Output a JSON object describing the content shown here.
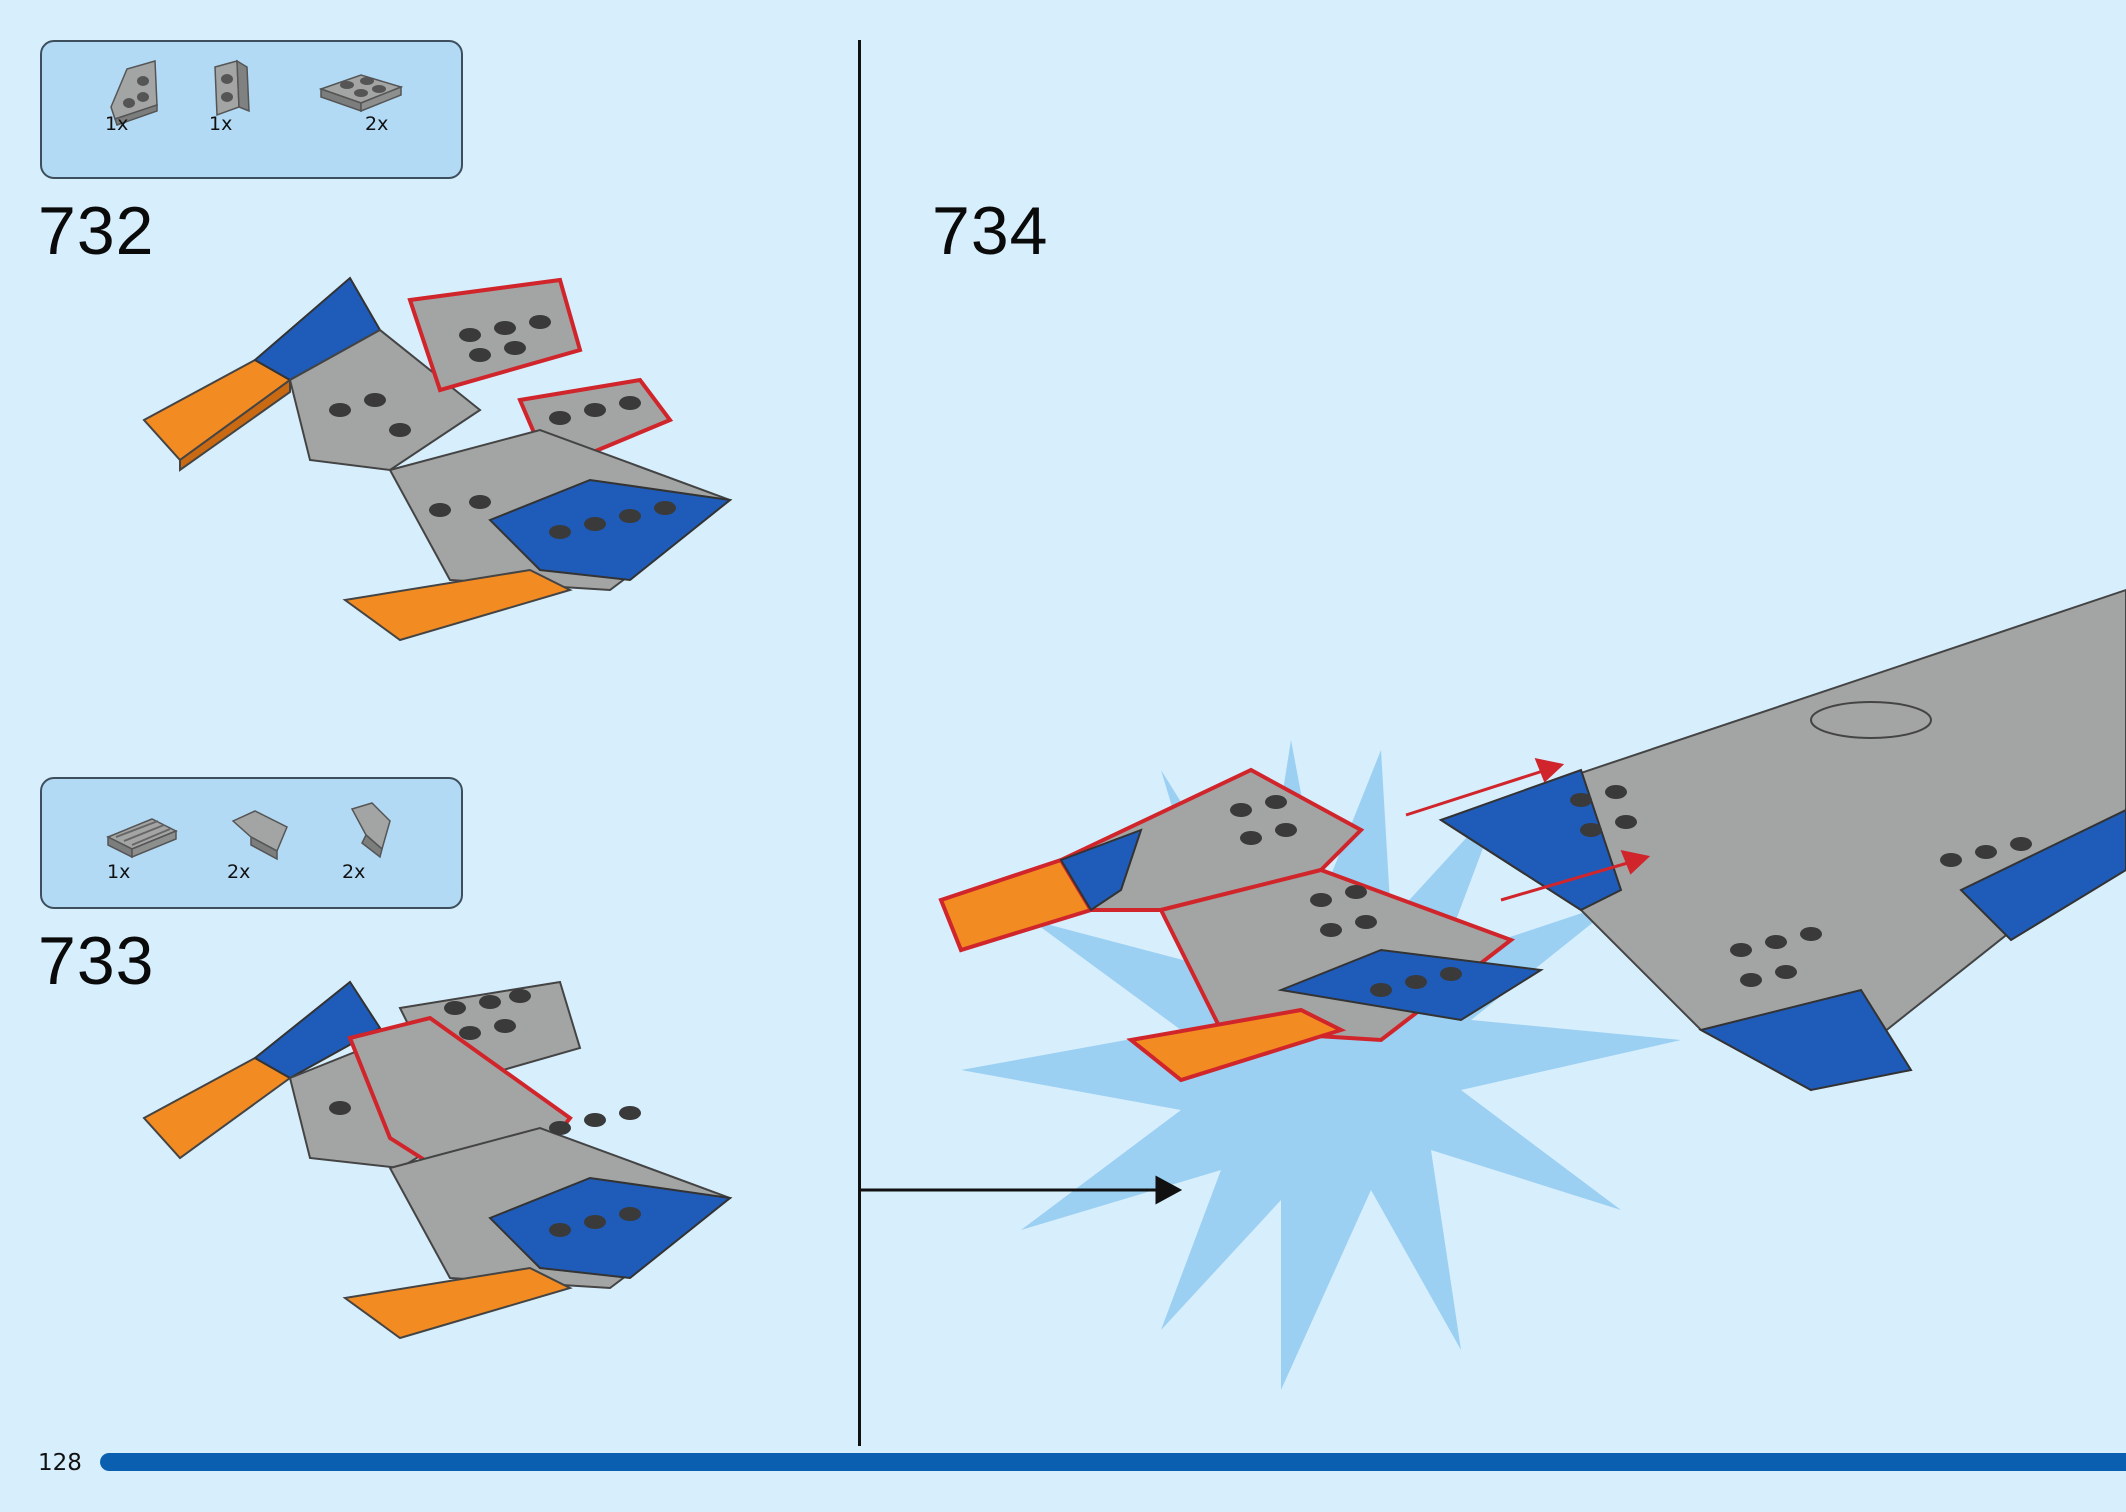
{
  "page_number": "128",
  "progress_fraction": 1.0,
  "colors": {
    "background": "#d7eefc",
    "callout": "#b3daf5",
    "progress": "#0a5fb0",
    "brick_gray": "#a3a5a4",
    "brick_blue": "#1f5bb8",
    "brick_orange": "#f28b22",
    "highlight_red": "#d1252c"
  },
  "steps": [
    {
      "number": "732",
      "parts": [
        {
          "icon": "wedge-plate-left-icon",
          "qty": "1x"
        },
        {
          "icon": "bracket-icon",
          "qty": "1x"
        },
        {
          "icon": "plate-2x2-icon",
          "qty": "2x"
        }
      ]
    },
    {
      "number": "733",
      "parts": [
        {
          "icon": "grille-tile-icon",
          "qty": "1x"
        },
        {
          "icon": "slope-curved-icon",
          "qty": "2x"
        },
        {
          "icon": "wedge-slope-icon",
          "qty": "2x"
        }
      ]
    },
    {
      "number": "734",
      "parts": []
    }
  ]
}
